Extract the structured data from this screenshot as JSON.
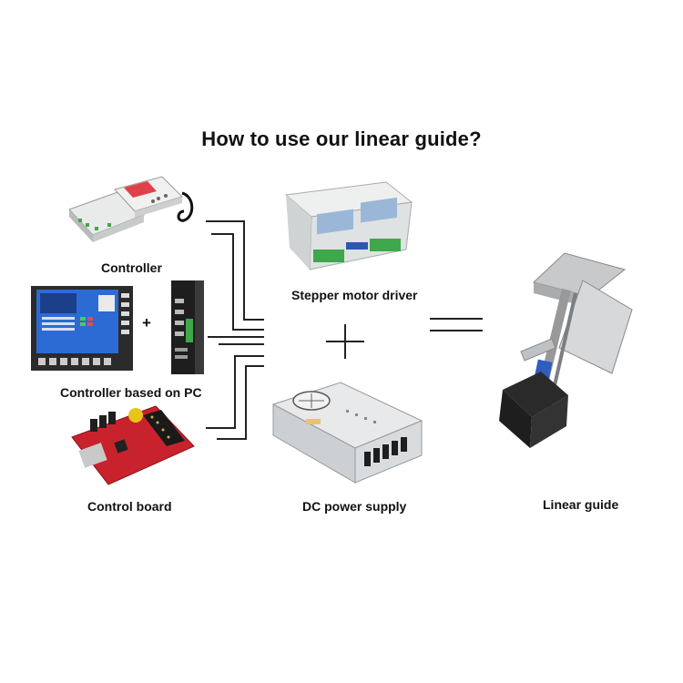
{
  "title": "How to use our linear guide?",
  "labels": {
    "controller": "Controller",
    "controller_pc": "Controller based on PC",
    "control_board": "Control board",
    "stepper_driver": "Stepper motor driver",
    "dc_power": "DC power supply",
    "linear_guide": "Linear guide"
  },
  "symbols": {
    "plus_small": "+",
    "plus_big": "+",
    "equals": "="
  },
  "colors": {
    "line": "#222222",
    "board_red": "#c8232c",
    "terminal_green": "#3fa84a",
    "motor_black": "#1e1e1e"
  }
}
